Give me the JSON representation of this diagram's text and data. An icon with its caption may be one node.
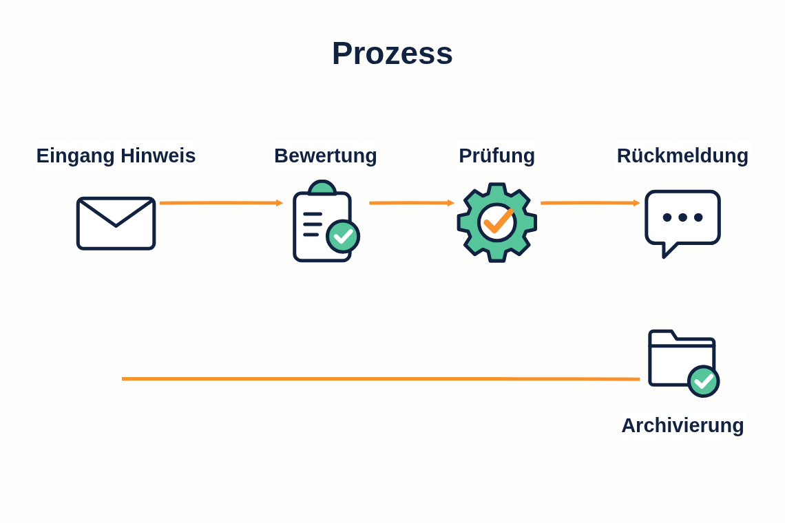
{
  "diagram": {
    "title": "Prozess",
    "nodes": [
      {
        "text": [
          "Eingang Hinweis"
        ]
      },
      {
        "text": [
          "Bewertung"
        ]
      },
      {
        "text": [
          "Prüfung"
        ]
      },
      {
        "text": [
          "Rückmeldung"
        ]
      },
      {
        "text": [
          "Archivierung"
        ]
      }
    ],
    "edges": [
      {
        "from": 0,
        "to": 1,
        "arrow": "to"
      },
      {
        "from": 1,
        "to": 2,
        "arrow": "to"
      },
      {
        "from": 2,
        "to": 3,
        "arrow": "to"
      },
      {
        "from": null,
        "to": 4,
        "arrow": "none"
      }
    ]
  }
}
